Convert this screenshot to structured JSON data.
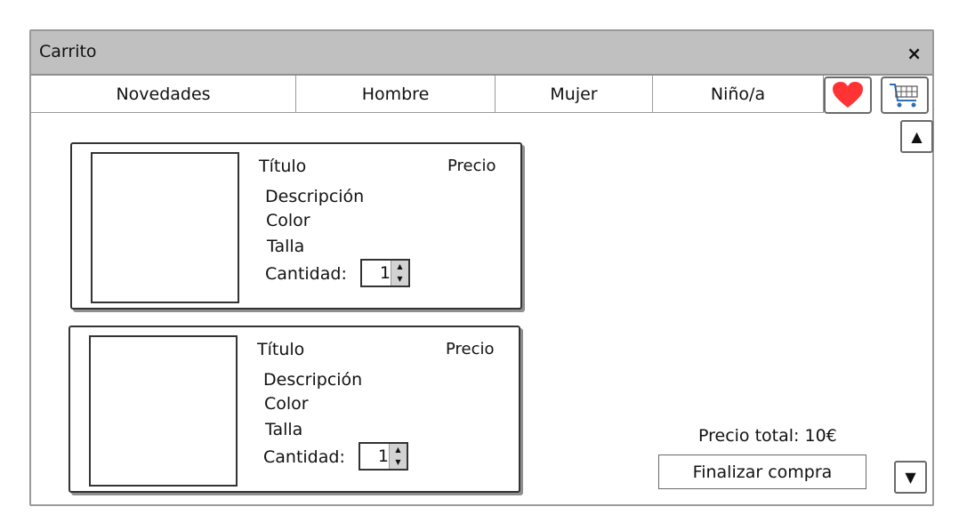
{
  "window": {
    "title": "Carrito",
    "close_label": "×"
  },
  "nav": {
    "tabs": [
      {
        "label": "Novedades"
      },
      {
        "label": "Hombre"
      },
      {
        "label": "Mujer"
      },
      {
        "label": "Niño/a"
      }
    ]
  },
  "icons": {
    "favorites": "heart-icon",
    "cart": "shopping-cart-icon",
    "scroll_up": "▲",
    "scroll_down": "▼"
  },
  "colors": {
    "titlebar": "#c0c0c0",
    "heart": "#ff3333",
    "cart": "#2a6fb8"
  },
  "items": [
    {
      "title": "Título",
      "price": "Precio",
      "description": "Descripción",
      "color": "Color",
      "size": "Talla",
      "quantity_label": "Cantidad:",
      "quantity": "1"
    },
    {
      "title": "Título",
      "price": "Precio",
      "description": "Descripción",
      "color": "Color",
      "size": "Talla",
      "quantity_label": "Cantidad:",
      "quantity": "1"
    }
  ],
  "summary": {
    "total_label": "Precio total: 10€",
    "checkout_label": "Finalizar compra"
  }
}
